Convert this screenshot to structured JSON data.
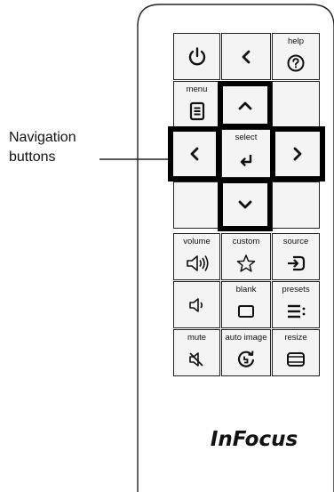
{
  "callout": {
    "line1": "Navigation",
    "line2": "buttons"
  },
  "buttons": {
    "power": {
      "label": "",
      "icon": "power-icon"
    },
    "back": {
      "label": "",
      "icon": "chevron-left-icon"
    },
    "help": {
      "label": "help",
      "icon": "question-icon"
    },
    "menu": {
      "label": "menu",
      "icon": "menu-icon"
    },
    "up": {
      "label": "",
      "icon": "chevron-up-icon"
    },
    "left": {
      "label": "",
      "icon": "chevron-left-icon"
    },
    "select": {
      "label": "select",
      "icon": "enter-icon"
    },
    "right": {
      "label": "",
      "icon": "chevron-right-icon"
    },
    "down": {
      "label": "",
      "icon": "chevron-down-icon"
    },
    "volume": {
      "label": "volume",
      "icon": "volume-up-icon"
    },
    "custom": {
      "label": "custom",
      "icon": "star-icon"
    },
    "source": {
      "label": "source",
      "icon": "source-icon"
    },
    "volume_down": {
      "label": "",
      "icon": "volume-down-icon"
    },
    "blank": {
      "label": "blank",
      "icon": "blank-icon"
    },
    "presets": {
      "label": "presets",
      "icon": "presets-icon"
    },
    "mute": {
      "label": "mute",
      "icon": "mute-icon"
    },
    "auto_image": {
      "label": "auto image",
      "icon": "auto-image-icon"
    },
    "resize": {
      "label": "resize",
      "icon": "resize-icon"
    }
  },
  "brand": "InFocus"
}
